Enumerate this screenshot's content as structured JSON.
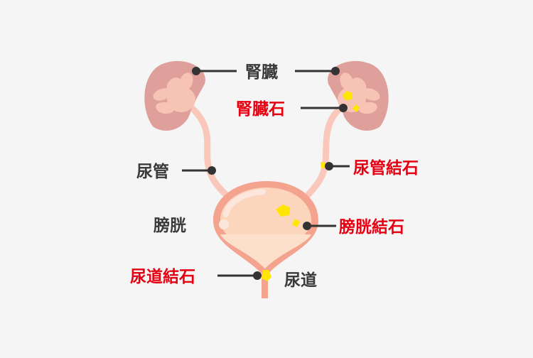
{
  "labels": {
    "kidney": "腎臓",
    "kidney_stone": "腎臓石",
    "ureter": "尿管",
    "ureter_stone": "尿管結石",
    "bladder": "膀胱",
    "bladder_stone": "膀胱結石",
    "urethra_stone": "尿道結石",
    "urethra": "尿道"
  },
  "colors": {
    "background": "#f5f5f5",
    "kidney": "#dfa09c",
    "kidney_inner": "#f6c3b5",
    "bladder_wall": "#f4a38f",
    "stone": "#ffe600",
    "stone_label": "#e60012",
    "normal_label": "#3a3a3a"
  }
}
